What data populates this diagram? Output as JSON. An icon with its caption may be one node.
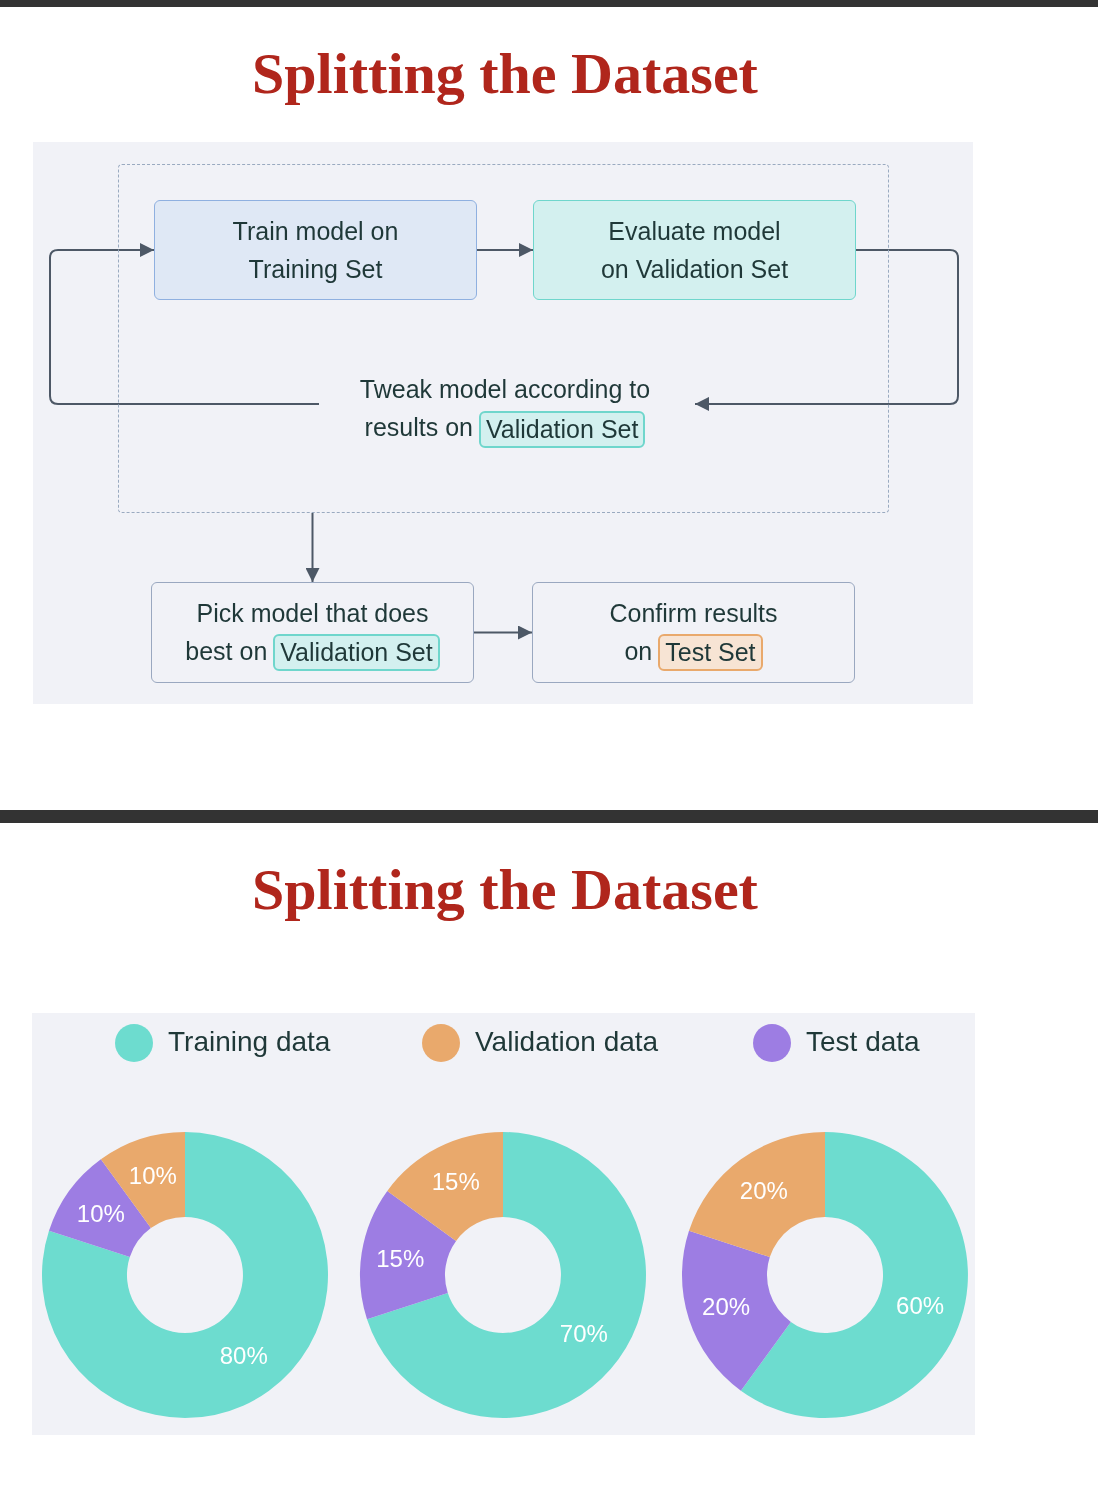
{
  "diagram": {
    "title": "Splitting the Dataset",
    "nodes": [
      {
        "text": [],
        "shape": "box"
      },
      {
        "text": [
          "Train model on Training Set"
        ],
        "in": 0
      },
      {
        "text": [
          "Evaluate model on Validation Set"
        ],
        "in": 0
      },
      {
        "text": [
          "Tweak model according to results on"
        ],
        "in": 0
      },
      {
        "text": [
          "Validation Set"
        ],
        "in": 3
      },
      {
        "text": [
          "Pick model that does best on"
        ]
      },
      {
        "text": [
          "Validation Set"
        ],
        "in": 5
      },
      {
        "text": [
          "Confirm results on"
        ]
      },
      {
        "text": [
          "Test Set"
        ],
        "in": 7
      }
    ],
    "edges": [
      {
        "from": 1,
        "to": 2,
        "arrow": "to"
      },
      {
        "from": 2,
        "to": 3,
        "arrow": "to"
      },
      {
        "from": 3,
        "to": 1,
        "arrow": "to"
      },
      {
        "from": 0,
        "to": 5,
        "arrow": "to"
      },
      {
        "from": 5,
        "to": 7,
        "arrow": "to"
      }
    ],
    "labels": [
      "Splitting the Dataset"
    ],
    "legend": [
      {
        "text": "Training data",
        "color": "#6ddccf"
      },
      {
        "text": "Validation data",
        "color": "#e9a96c"
      },
      {
        "text": "Test data",
        "color": "#9d7de3"
      }
    ],
    "chart_data": {
      "type": "donut",
      "series": [
        {
          "values": [
            80,
            10,
            10
          ],
          "colors": [
            "#6ddccf",
            "#e9a96c",
            "#9d7de3"
          ]
        },
        {
          "values": [
            70,
            15,
            15
          ],
          "colors": [
            "#6ddccf",
            "#e9a96c",
            "#9d7de3"
          ]
        },
        {
          "values": [
            60,
            20,
            20
          ],
          "colors": [
            "#6ddccf",
            "#e9a96c",
            "#9d7de3"
          ]
        }
      ],
      "value_labels": [
        [
          "80%",
          "10%",
          "10%"
        ],
        [
          "70%",
          "15%",
          "15%"
        ],
        [
          "60%",
          "20%",
          "20%"
        ]
      ]
    }
  }
}
